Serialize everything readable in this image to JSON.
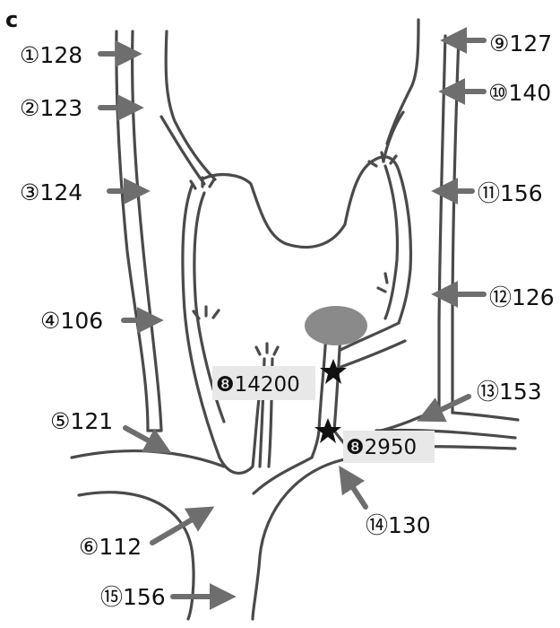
{
  "figure": {
    "panel_label": "c",
    "colors": {
      "vessel": "#4a4a4a",
      "arrow": "#6e6e6e",
      "ellipse": "#8a8a8a",
      "star": "#111111",
      "label_box": "#e8e8e8"
    }
  },
  "labels": {
    "l1": "①128",
    "l2": "②123",
    "l3": "③124",
    "l4": "④106",
    "l5": "⑤121",
    "l6": "⑥112",
    "l9": "⑨127",
    "l10": "⑩140",
    "l11": "⑪156",
    "l12": "⑫126",
    "l13": "⑬153",
    "l14": "⑭130",
    "l15": "⑮156",
    "l8a": "❽14200",
    "l8b": "❽2950"
  }
}
